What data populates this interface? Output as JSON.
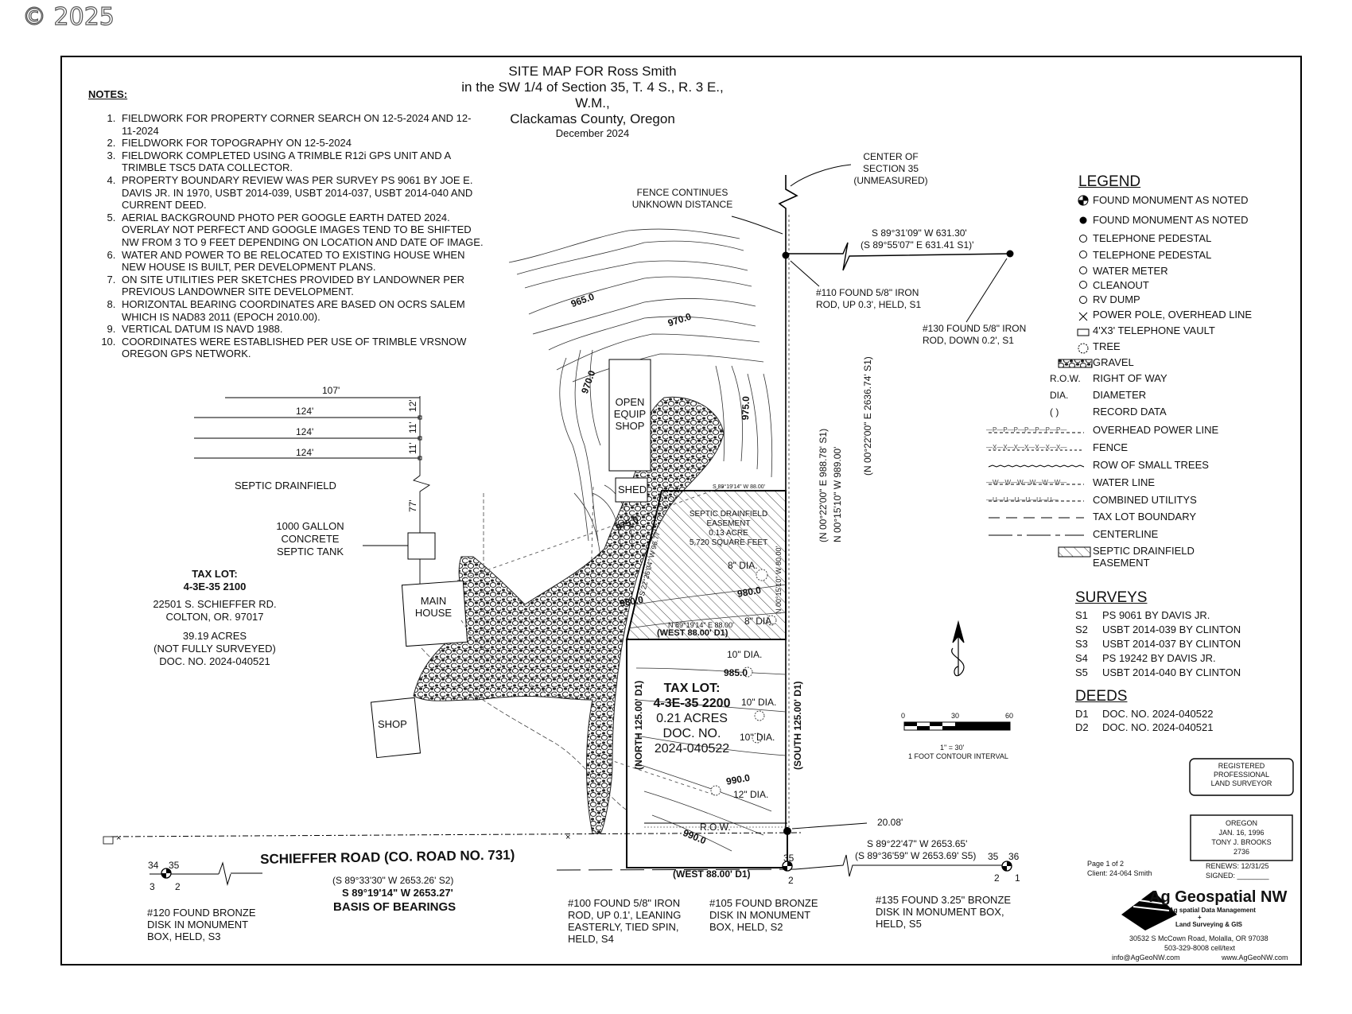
{
  "watermark": "© 2025",
  "title": {
    "line1": "SITE MAP FOR Ross Smith",
    "line2": "in the SW 1/4 of Section 35, T. 4 S., R. 3 E., W.M.,",
    "line3": "Clackamas County, Oregon",
    "date": "December 2024"
  },
  "notes": {
    "heading": "NOTES:",
    "items": [
      "FIELDWORK FOR PROPERTY CORNER SEARCH ON 12-5-2024 AND 12-11-2024",
      "FIELDWORK FOR TOPOGRAPHY ON 12-5-2024",
      "FIELDWORK COMPLETED USING A TRIMBLE R12i GPS UNIT AND A TRIMBLE TSC5 DATA COLLECTOR.",
      "PROPERTY BOUNDARY REVIEW WAS PER SURVEY PS 9061 BY JOE E. DAVIS JR. IN 1970, USBT 2014-039, USBT 2014-037, USBT 2014-040 AND CURRENT DEED.",
      "AERIAL BACKGROUND PHOTO PER GOOGLE EARTH DATED 2024. OVERLAY NOT PERFECT AND GOOGLE IMAGES TEND TO BE SHIFTED NW FROM 3 TO 9 FEET DEPENDING ON LOCATION AND DATE OF IMAGE.",
      "WATER AND POWER TO BE RELOCATED TO EXISTING HOUSE WHEN NEW HOUSE IS BUILT, PER DEVELOPMENT PLANS.",
      "ON SITE UTILITIES PER SKETCHES PROVIDED BY LANDOWNER PER PREVIOUS LANDOWNER SITE DEVELOPMENT.",
      "HORIZONTAL BEARING COORDINATES ARE BASED ON OCRS SALEM WHICH IS NAD83 2011 (EPOCH 2010.00).",
      "VERTICAL DATUM IS NAVD 1988.",
      "COORDINATES WERE ESTABLISHED PER USE OF TRIMBLE VRSNOW OREGON GPS NETWORK."
    ]
  },
  "legend": {
    "heading": "LEGEND",
    "items": [
      {
        "symbol": "",
        "label": "FOUND MONUMENT AS NOTED"
      },
      {
        "symbol": "",
        "label": "FOUND MONUMENT AS NOTED"
      },
      {
        "symbol": "",
        "label": "TELEPHONE PEDESTAL"
      },
      {
        "symbol": "",
        "label": "TELEPHONE PEDESTAL"
      },
      {
        "symbol": "",
        "label": "WATER METER"
      },
      {
        "symbol": "",
        "label": "CLEANOUT"
      },
      {
        "symbol": "",
        "label": "RV DUMP"
      },
      {
        "symbol": "",
        "label": "POWER POLE, OVERHEAD LINE"
      },
      {
        "symbol": "",
        "label": "4'X3' TELEPHONE VAULT"
      },
      {
        "symbol": "",
        "label": "TREE"
      },
      {
        "symbol": "",
        "label": "GRAVEL"
      },
      {
        "symbol": "R.O.W.",
        "label": "RIGHT OF WAY"
      },
      {
        "symbol": "DIA.",
        "label": "DIAMETER"
      },
      {
        "symbol": "(    )",
        "label": "RECORD DATA"
      },
      {
        "symbol": "—P—P—P—P—P—P—P—",
        "label": "OVERHEAD POWER LINE"
      },
      {
        "symbol": "—X—X—X—X—X—X—X—",
        "label": "FENCE"
      },
      {
        "symbol": "",
        "label": "ROW OF SMALL TREES"
      },
      {
        "symbol": "—W—W—W—W—W—W—",
        "label": "WATER LINE"
      },
      {
        "symbol": "—U—U—U—U—U—U—",
        "label": "COMBINED UTILITYS"
      },
      {
        "symbol": "",
        "label": "TAX LOT BOUNDARY"
      },
      {
        "symbol": "",
        "label": "CENTERLINE"
      },
      {
        "symbol": "",
        "label": "SEPTIC DRAINFIELD EASEMENT"
      }
    ]
  },
  "surveys": {
    "heading": "SURVEYS",
    "items": [
      {
        "code": "S1",
        "text": "PS 9061 BY DAVIS JR."
      },
      {
        "code": "S2",
        "text": "USBT 2014-039 BY CLINTON"
      },
      {
        "code": "S3",
        "text": "USBT 2014-037 BY CLINTON"
      },
      {
        "code": "S4",
        "text": "PS 19242 BY DAVIS JR."
      },
      {
        "code": "S5",
        "text": "USBT 2014-040 BY CLINTON"
      }
    ]
  },
  "deeds": {
    "heading": "DEEDS",
    "items": [
      {
        "code": "D1",
        "text": "DOC. NO. 2024-040522"
      },
      {
        "code": "D2",
        "text": "DOC. NO. 2024-040521"
      }
    ]
  },
  "scale": {
    "ticks": [
      "0",
      "30",
      "60"
    ],
    "ratio": "1\" = 30'",
    "contour": "1 FOOT CONTOUR INTERVAL"
  },
  "map_labels": {
    "center_section": [
      "CENTER OF",
      "SECTION 35",
      "(UNMEASURED)"
    ],
    "fence_continues": [
      "FENCE CONTINUES",
      "UNKNOWN DISTANCE"
    ],
    "bearing_top": "S 89°31'09\" W  631.30'",
    "bearing_top_record": "(S 89°55'07\" E  631.41 S1)'",
    "mon110": [
      "#110 FOUND 5/8\" IRON",
      "ROD, UP 0.3', HELD, S1"
    ],
    "mon130": [
      "#130 FOUND 5/8\" IRON",
      "ROD, DOWN 0.2', S1"
    ],
    "bearing_v1": "(N 00°22'00\" E  2636.74' S1)",
    "bearing_v2": "(N 00°22'00\" E  988.78' S1)",
    "bearing_v3": "N 00°15'10\" W  989.00'",
    "contours": [
      "965.0",
      "970.0",
      "970.0",
      "975.0",
      "975.0",
      "980.0",
      "980.0",
      "985.0",
      "990.0",
      "990.0"
    ],
    "drainfield_dims": [
      "107'",
      "124'",
      "124'",
      "124'",
      "12'",
      "11'",
      "11'",
      "77'"
    ],
    "septic_drainfield": "SEPTIC DRAINFIELD",
    "septic_tank": [
      "1000 GALLON",
      "CONCRETE",
      "SEPTIC TANK"
    ],
    "tax_lot_2100": [
      "TAX LOT:",
      "4-3E-35 2100",
      "22501 S. SCHIEFFER RD.",
      "COLTON, OR. 97017",
      "39.19 ACRES",
      "(NOT FULLY SURVEYED)",
      "DOC. NO. 2024-040521"
    ],
    "main_house": [
      "MAIN",
      "HOUSE"
    ],
    "shop": "SHOP",
    "open_equip_shop": [
      "OPEN",
      "EQUIP",
      "SHOP"
    ],
    "shed": "SHED",
    "easement": [
      "SEPTIC DRAINFIELD",
      "EASEMENT",
      "0.13 ACRE",
      "5,720 SQUARE FEET"
    ],
    "easement_top_bearing": "S 89°19'14\" W  88.00'",
    "easement_diag_bearing": "S 22°26'04\" W  96.77'",
    "easement_right_bearing": "N 00°15'10\" W  80.00'",
    "easement_bottom_bearing": "N 89°19'14\" E  88.00'",
    "west_88_d1": "(WEST 88.00' D1)",
    "tree_dias": [
      "8\" DIA.",
      "8\" DIA.",
      "10\" DIA.",
      "10\" DIA.",
      "10\" DIA.",
      "12\" DIA."
    ],
    "tax_lot_2200": [
      "TAX LOT:",
      "4-3E-35 2200",
      "0.21 ACRES",
      "DOC. NO.",
      "2024-040522"
    ],
    "north_125": "(NORTH 125.00' D1)",
    "south_125": "(SOUTH 125.00' D1)",
    "row": "R.O.W.",
    "road_name": "SCHIEFFER ROAD (CO. ROAD NO. 731)",
    "road_bearing_record": "(S 89°33'30\" W  2653.26' S2)",
    "road_bearing": "S 89°19'14\" W  2653.27'",
    "basis_of_bearings": "BASIS OF BEARINGS",
    "dist_2008": "20.08'",
    "east_bearing": "S 89°22'47\" W  2653.65'",
    "east_bearing_record": "(S 89°36'59\" W  2653.69' S5)",
    "west_88_bottom": "(WEST 88.00' D1)",
    "section_nums_w": [
      "34",
      "35",
      "3",
      "2"
    ],
    "section_nums_m": [
      "35",
      "2"
    ],
    "section_nums_e": [
      "35",
      "36",
      "2",
      "1"
    ],
    "mon120": [
      "#120 FOUND BRONZE",
      "DISK IN MONUMENT",
      "BOX, HELD, S3"
    ],
    "mon100": [
      "#100 FOUND 5/8\" IRON",
      "ROD, UP 0.1', LEANING",
      "EASTERLY, TIED SPIN,",
      "HELD, S4"
    ],
    "mon105": [
      "#105 FOUND BRONZE",
      "DISK IN MONUMENT",
      "BOX, HELD, S2"
    ],
    "mon135": [
      "#135 FOUND 3.25\" BRONZE",
      "DISK IN MONUMENT BOX,",
      "HELD, S5"
    ]
  },
  "surveyor": {
    "stamp_top": [
      "REGISTERED",
      "PROFESSIONAL",
      "LAND SURVEYOR"
    ],
    "stamp": [
      "OREGON",
      "JAN. 16, 1996",
      "TONY J. BROOKS",
      "2736"
    ],
    "renews": "RENEWS: 12/31/25",
    "signed": "SIGNED: ________",
    "page": "Page 1 of 2",
    "client": "Client: 24-064 Smith",
    "company": "Ag Geospatial NW",
    "tagline1": "Ag spatial Data Management",
    "tagline2": "+",
    "tagline3": "Land Surveying & GIS",
    "address": "30532 S McCown Road, Molalla, OR 97038",
    "phone": "503-329-8008 cell/text",
    "email": "info@AgGeoNW.com",
    "website": "www.AgGeoNW.com"
  }
}
